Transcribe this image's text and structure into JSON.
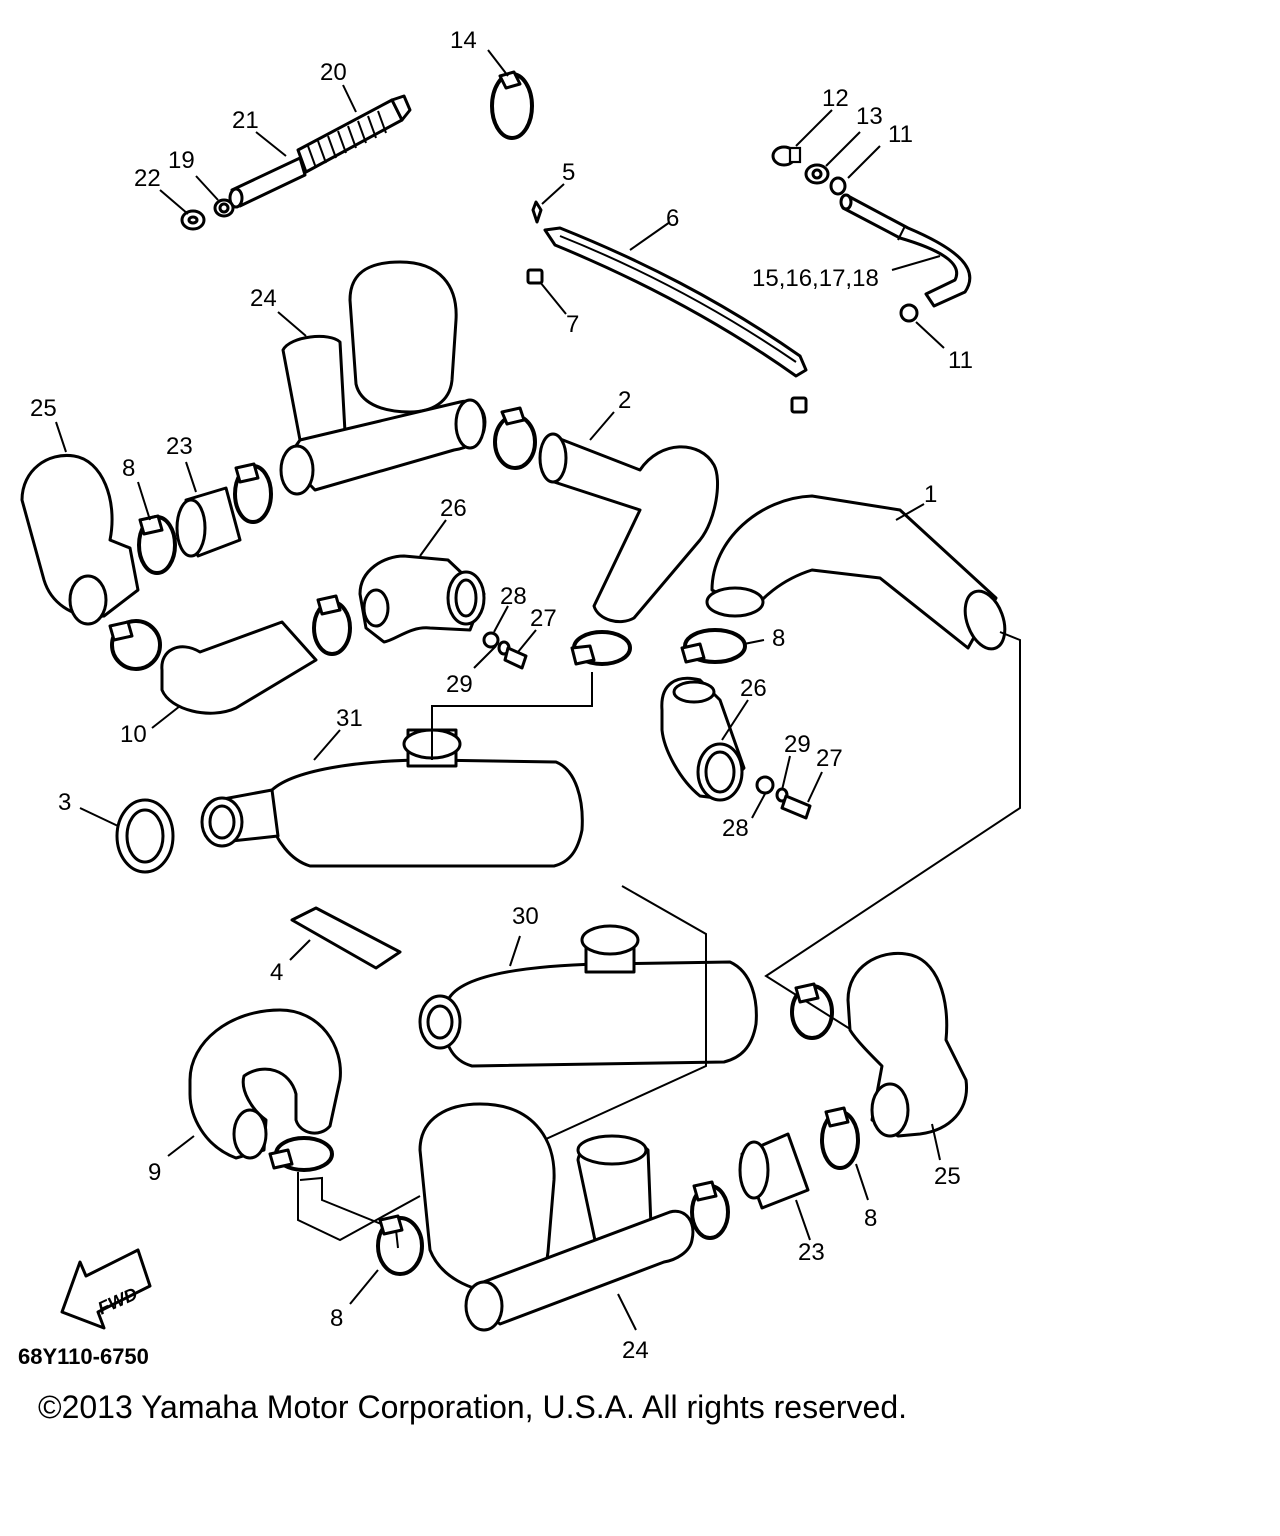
{
  "callouts": {
    "c1": "1",
    "c2": "2",
    "c3": "3",
    "c4": "4",
    "c5": "5",
    "c6": "6",
    "c7": "7",
    "c8a": "8",
    "c8b": "8",
    "c8c": "8",
    "c8d": "8",
    "c9": "9",
    "c10": "10",
    "c11a": "11",
    "c11b": "11",
    "c12": "12",
    "c13": "13",
    "c14": "14",
    "c15": "15,16,17,18",
    "c19": "19",
    "c20": "20",
    "c21": "21",
    "c22": "22",
    "c23a": "23",
    "c23b": "23",
    "c24a": "24",
    "c24b": "24",
    "c25a": "25",
    "c25b": "25",
    "c26a": "26",
    "c26b": "26",
    "c27a": "27",
    "c27b": "27",
    "c28a": "28",
    "c28b": "28",
    "c29a": "29",
    "c29b": "29",
    "c30": "30",
    "c31": "31"
  },
  "fwd_label": "FWD",
  "diagram_code": "68Y110-6750",
  "copyright": "©2013 Yamaha Motor Corporation, U.S.A. All rights reserved."
}
